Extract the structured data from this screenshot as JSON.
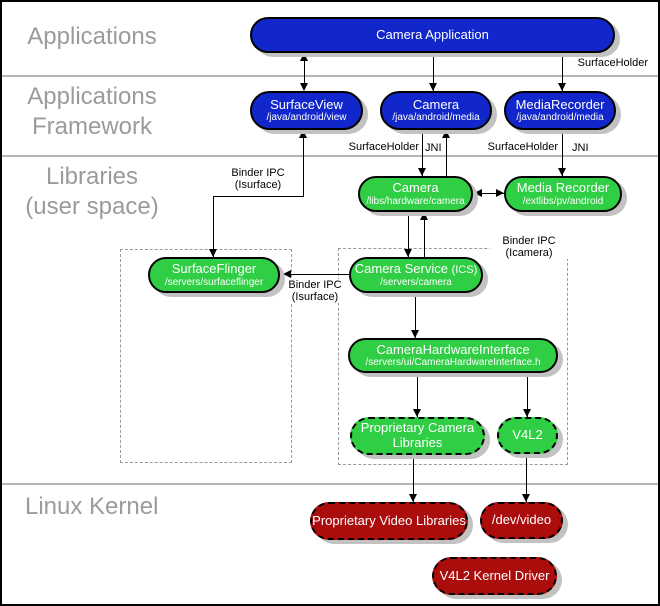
{
  "layers": {
    "applications": "Applications",
    "framework_line1": "Applications",
    "framework_line2": "Framework",
    "libraries_line1": "Libraries",
    "libraries_line2": "(user space)",
    "kernel": "Linux Kernel"
  },
  "nodes": {
    "camera_application": {
      "title": "Camera Application"
    },
    "surfaceview": {
      "title": "SurfaceView",
      "subtitle": "/java/android/view"
    },
    "camera_java": {
      "title": "Camera",
      "subtitle": "/java/android/media"
    },
    "mediarecorder_java": {
      "title": "MediaRecorder",
      "subtitle": "/java/android/media"
    },
    "camera_lib": {
      "title": "Camera",
      "subtitle": "/libs/hardware/camera"
    },
    "media_recorder_lib": {
      "title": "Media Recorder",
      "subtitle": "/extlibs/pv/android"
    },
    "surfaceflinger": {
      "title": "SurfaceFlinger",
      "subtitle": "/servers/surfaceflinger"
    },
    "camera_service": {
      "title": "Camera Service",
      "title_suffix": "(ICS)",
      "subtitle": "/servers/camera"
    },
    "camera_hardware_interface": {
      "title": "CameraHardwareInterface",
      "subtitle": "/servers/ui/CameraHardwareInterface.h"
    },
    "proprietary_camera_libraries": {
      "title": "Proprietary Camera Libraries"
    },
    "v4l2": {
      "title": "V4L2"
    },
    "proprietary_video_libraries": {
      "title": "Proprietary Video Libraries"
    },
    "dev_video": {
      "title": "/dev/video"
    },
    "v4l2_kernel_driver": {
      "title": "V4L2 Kernel Driver"
    }
  },
  "edge_labels": {
    "surfaceholder_top": "SurfaceHolder",
    "surfaceholder_camera": "SurfaceHolder",
    "jni_camera": "JNI",
    "surfaceholder_mediarecorder": "SurfaceHolder",
    "jni_mediarecorder": "JNI",
    "binder_ipc_surfaceview_l1": "Binder IPC",
    "binder_ipc_surfaceview_l2": "(Isurface)",
    "binder_ipc_surfaceflinger_l1": "Binder IPC",
    "binder_ipc_surfaceflinger_l2": "(Isurface)",
    "binder_ipc_icamera_l1": "Binder IPC",
    "binder_ipc_icamera_l2": "(Icamera)"
  },
  "colors": {
    "framework_blue": "#1126cb",
    "userspace_green": "#2fce44",
    "kernel_red": "#ab0d0d",
    "layer_label_gray": "#9b9b9b",
    "shadow_gray": "#c2c2c2"
  }
}
